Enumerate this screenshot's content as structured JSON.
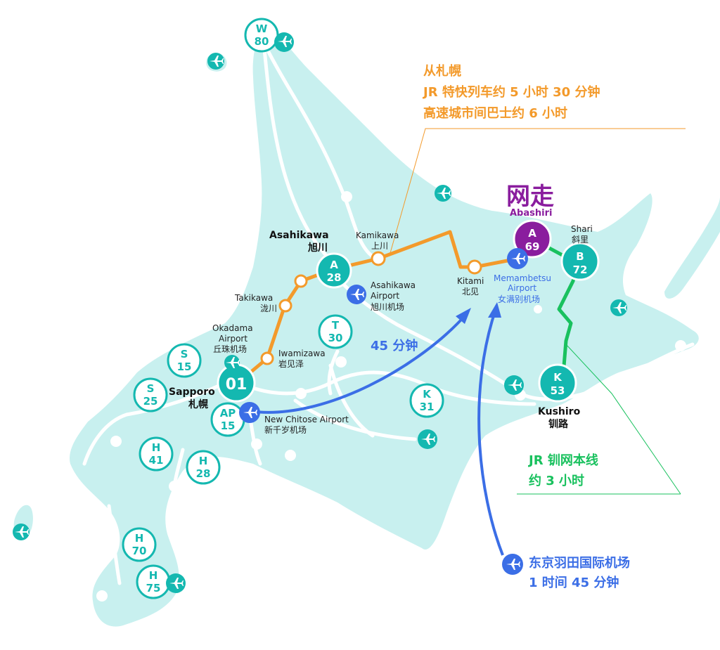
{
  "colors": {
    "land": "#c8f0ef",
    "road": "#ffffff",
    "teal": "#14b8b0",
    "orange": "#f39a2b",
    "green": "#19c15e",
    "blue": "#3b6ee6",
    "purple": "#8a1d9e"
  },
  "destination": {
    "zh": "网走",
    "en": "Abashiri"
  },
  "from_sapporo": {
    "title": "从札幌",
    "train": "JR 特快列车约 5 小时 30 分钟",
    "bus": "高速城市间巴士约 6 小时"
  },
  "jr_line": {
    "name": "JR 钏网本线",
    "time": "约 3 小时"
  },
  "haneda": {
    "name": "东京羽田国际机场",
    "time": "1 时间 45 分钟"
  },
  "flight_chitose": "45 分钟",
  "places": {
    "asahikawa": {
      "en": "Asahikawa",
      "zh": "旭川"
    },
    "kamikawa": {
      "en": "Kamikawa",
      "zh": "上川"
    },
    "takikawa": {
      "en": "Takikawa",
      "zh": "泷川"
    },
    "okadama": {
      "en1": "Okadama",
      "en2": "Airport",
      "zh": "丘珠机场"
    },
    "iwamizawa": {
      "en": "Iwamizawa",
      "zh": "岩见泽"
    },
    "sapporo": {
      "en": "Sapporo",
      "zh": "札幌"
    },
    "new_chitose": {
      "en": "New Chitose Airport",
      "zh": "新千岁机场"
    },
    "asahikawa_airport": {
      "en1": "Asahikawa",
      "en2": "Airport",
      "zh": "旭川机场"
    },
    "kitami": {
      "en": "Kitami",
      "zh": "北见"
    },
    "memambetsu": {
      "en1": "Memambetsu",
      "en2": "Airport",
      "zh": "女满别机场"
    },
    "shari": {
      "en": "Shari",
      "zh": "斜里"
    },
    "kushiro": {
      "en": "Kushiro",
      "zh": "钏路"
    }
  },
  "badges": {
    "w80": {
      "l": "W",
      "n": "80"
    },
    "a28": {
      "l": "A",
      "n": "28"
    },
    "t30": {
      "l": "T",
      "n": "30"
    },
    "s15": {
      "l": "S",
      "n": "15"
    },
    "s25": {
      "l": "S",
      "n": "25"
    },
    "c01": {
      "n": "01"
    },
    "ap15": {
      "l": "AP",
      "n": "15"
    },
    "h41": {
      "l": "H",
      "n": "41"
    },
    "h28": {
      "l": "H",
      "n": "28"
    },
    "h70": {
      "l": "H",
      "n": "70"
    },
    "h75": {
      "l": "H",
      "n": "75"
    },
    "k31": {
      "l": "K",
      "n": "31"
    },
    "a69": {
      "l": "A",
      "n": "69"
    },
    "b72": {
      "l": "B",
      "n": "72"
    },
    "k53": {
      "l": "K",
      "n": "53"
    }
  }
}
